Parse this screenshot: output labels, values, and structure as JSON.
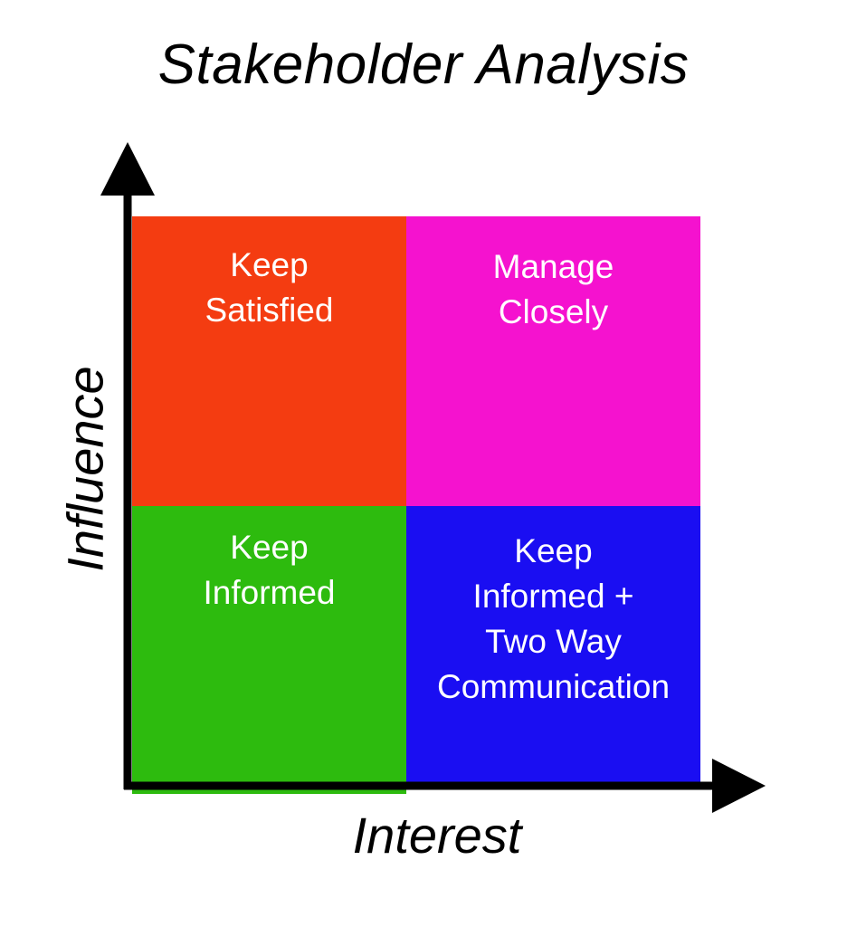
{
  "title": "Stakeholder Analysis",
  "axes": {
    "y_label": "Influence",
    "x_label": "Interest"
  },
  "quadrants": {
    "top_left": {
      "lines": [
        "Keep",
        "Satisfied"
      ],
      "color": "#F43C11"
    },
    "top_right": {
      "lines": [
        "Manage",
        "Closely"
      ],
      "color": "#F512CF"
    },
    "bottom_left": {
      "lines": [
        "Keep",
        "Informed"
      ],
      "color": "#2DBB0E"
    },
    "bottom_right": {
      "lines": [
        "Keep",
        "Informed +",
        "Two Way",
        "Communication"
      ],
      "color": "#1A0EF2"
    }
  }
}
